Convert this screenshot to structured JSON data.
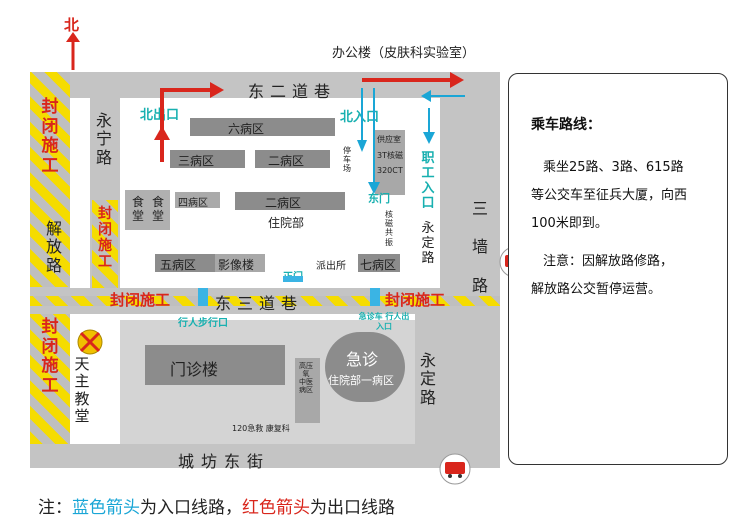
{
  "north_label": "北",
  "top_label": "办公楼（皮肤科实验室）",
  "roads": {
    "dong_er": "东二道巷",
    "dong_san": "东三道巷",
    "yongning": "永宁路",
    "jiefang": "解放路",
    "sanqiang": "三墙路",
    "yongding_upper": "永定路",
    "yongding_lower": "永定路",
    "chengfang": "城坊东街"
  },
  "construction": {
    "left_upper": "封闭施工",
    "left_lower": "封闭施工",
    "yongning": "封闭施工",
    "bottom_left": "封闭施工",
    "bottom_right": "封闭施工"
  },
  "gates": {
    "north_exit": "北出口",
    "north_entrance": "北入口",
    "east_gate": "东门",
    "staff_entrance": "职工入口",
    "main_gate": "正门",
    "pedestrian_gate": "行人步行口",
    "emergency_gate": "急诊车 行人出入口"
  },
  "buildings": {
    "ward6": "六病区",
    "ward3": "三病区",
    "ward2_upper": "二病区",
    "ward2_lower": "二病区",
    "inpatient": "住院部",
    "canteen1": "食堂",
    "canteen2": "食堂",
    "ward4": "四病区",
    "ward5": "五病区",
    "imaging": "影像楼",
    "police": "派出所",
    "ward7": "七病区",
    "garage": "停车场",
    "supply": "供应室",
    "mri": "3T核磁",
    "ct": "320CT",
    "radiotherapy": "核磁共振",
    "outpatient": "门诊楼",
    "emergency": "急诊",
    "inpatient1": "住院部一病区",
    "chinese_med": "高压氧 中医病区",
    "clinic_120": "120急救 康复科",
    "church": "天主教堂"
  },
  "info": {
    "title": "乘车路线：",
    "line1": "乘坐25路、3路、615路",
    "line2": "等公交车至征兵大厦，向西",
    "line3": "100米即到。",
    "note1": "注意：因解放路修路，",
    "note2": "解放路公交暂停运营。"
  },
  "legend": {
    "prefix": "注：",
    "blue_part": "蓝色箭头",
    "mid": "为入口线路，",
    "red_part": "红色箭头",
    "suffix": "为出口线路"
  },
  "colors": {
    "construction_yellow": "#f5dc00",
    "exit_red": "#d9261c",
    "entry_blue": "#1aa6d6",
    "gate_teal": "#18b0b0"
  }
}
